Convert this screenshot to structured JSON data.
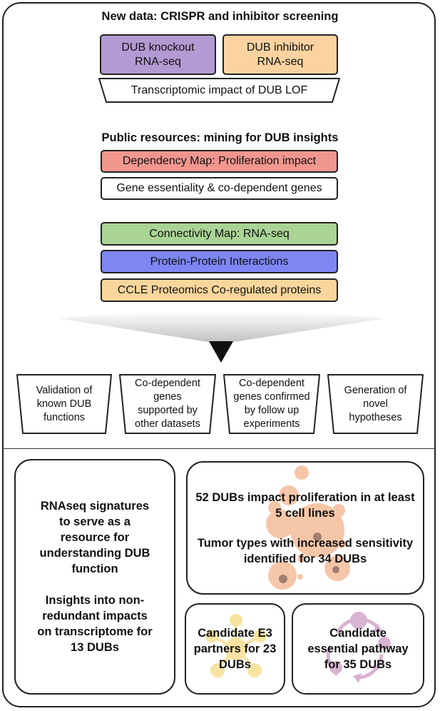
{
  "sections": {
    "new_data_title": "New data: CRISPR and inhibitor screening",
    "public_title": "Public resources: mining for DUB insights"
  },
  "new_data": {
    "knockout": [
      "DUB knockout",
      "RNA-seq"
    ],
    "inhibitor": [
      "DUB inhibitor",
      "RNA-seq"
    ],
    "impact": "Transcriptomic impact of DUB LOF"
  },
  "public": {
    "depmap": "Dependency Map: Proliferation impact",
    "essentiality": "Gene essentiality & co-dependent genes",
    "cmap": "Connectivity Map: RNA-seq",
    "ppi": "Protein-Protein Interactions",
    "ccle": "CCLE Proteomics Co-regulated proteins"
  },
  "outcomes": [
    [
      "Validation of",
      "known DUB",
      "functions"
    ],
    [
      "Co-dependent",
      "genes",
      "supported by",
      "other datasets"
    ],
    [
      "Co-dependent",
      "genes confirmed",
      "by follow up",
      "experiments"
    ],
    [
      "Generation of",
      "novel",
      "hypotheses"
    ]
  ],
  "findings": {
    "rnaseq": [
      "RNAseq signatures",
      "to serve as a",
      "resource for",
      "understanding DUB",
      "function"
    ],
    "insights": [
      "Insights into non-",
      "redundant impacts",
      "on transcriptome for",
      "13 DUBs"
    ],
    "proliferation": [
      "52 DUBs impact proliferation in at least",
      "5 cell lines"
    ],
    "tumor": [
      "Tumor types with increased sensitivity",
      "identified for 34 DUBs"
    ],
    "e3": [
      "Candidate E3",
      "partners for 23",
      "DUBs"
    ],
    "pathway": [
      "Candidate",
      "essential pathway",
      "for 35 DUBs"
    ]
  },
  "colors": {
    "knockout": "#b39ad3",
    "inhibitor": "#fad3a0",
    "depmap": "#f0968f",
    "cmap": "#a9d495",
    "ppi": "#7d86f2",
    "ccle": "#f9d69b",
    "bubbles": "#f3b48c",
    "e3_icon": "#f8e3a1",
    "pathway_icon": "#d9b3d2"
  }
}
